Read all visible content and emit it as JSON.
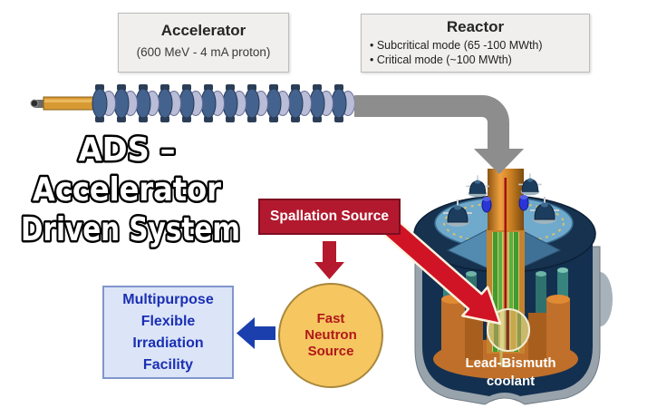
{
  "title_label": {
    "lines": [
      "ADS –",
      "Accelerator",
      "Driven System"
    ]
  },
  "accelerator_box": {
    "title": "Accelerator",
    "subtitle": "(600 MeV - 4 mA proton)"
  },
  "reactor_box": {
    "title": "Reactor",
    "bullets": [
      "• Subcritical mode (65 -100 MWth)",
      "• Critical mode (~100 MWth)"
    ]
  },
  "spallation_box": {
    "label": "Spallation Source"
  },
  "fast_neutron_source": {
    "lines": [
      "Fast",
      "Neutron",
      "Source"
    ]
  },
  "irradiation_facility": {
    "lines": [
      "Multipurpose",
      "Flexible",
      "Irradiation",
      "Facility"
    ]
  },
  "reactor_vessel": {
    "coolant_label_lines": [
      "Lead-Bismuth",
      "coolant"
    ]
  },
  "colors": {
    "info_box_bg": "#f0efee",
    "spallation_red": "#b2192e",
    "spallation_border": "#7d0d20",
    "arrow_red": "#d01425",
    "block_arrow_red": "#b5192d",
    "arrow_blue": "#1c3fae",
    "circle_yellow": "#f6c661",
    "circle_border": "#a9883b",
    "fns_text_red": "#b01818",
    "irradiation_bg": "#dbe5f7",
    "irradiation_text_blue": "#1b2fb4",
    "pipe_gray": "#8d8d8d",
    "vessel_navy": "#133050",
    "vessel_shell_gray": "#98a3ac",
    "beam_tube_orange": "#d78a2a",
    "coolant_text": "#ffffff"
  }
}
